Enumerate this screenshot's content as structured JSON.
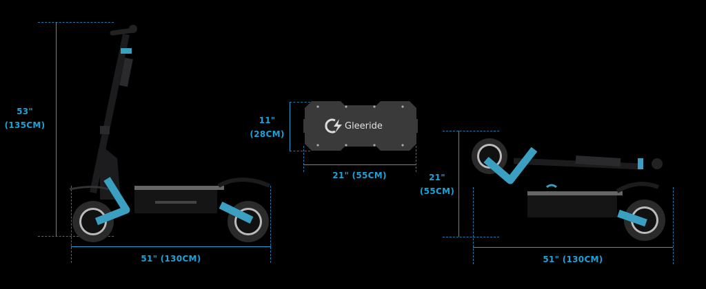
{
  "colors": {
    "accent": "#1aa3d9",
    "background": "#000000",
    "body": "#1c1c1e",
    "arm": "#3a9fc0"
  },
  "unfolded": {
    "height_label": [
      "53\"",
      "(135CM)"
    ],
    "length_label": "51\" (130CM)"
  },
  "deck_plate": {
    "brand": "Gleeride",
    "height_label": [
      "11\"",
      "(28CM)"
    ],
    "width_label": "21\" (55CM)"
  },
  "folded": {
    "height_label": [
      "21\"",
      "(55CM)"
    ],
    "length_label": "51\" (130CM)"
  }
}
